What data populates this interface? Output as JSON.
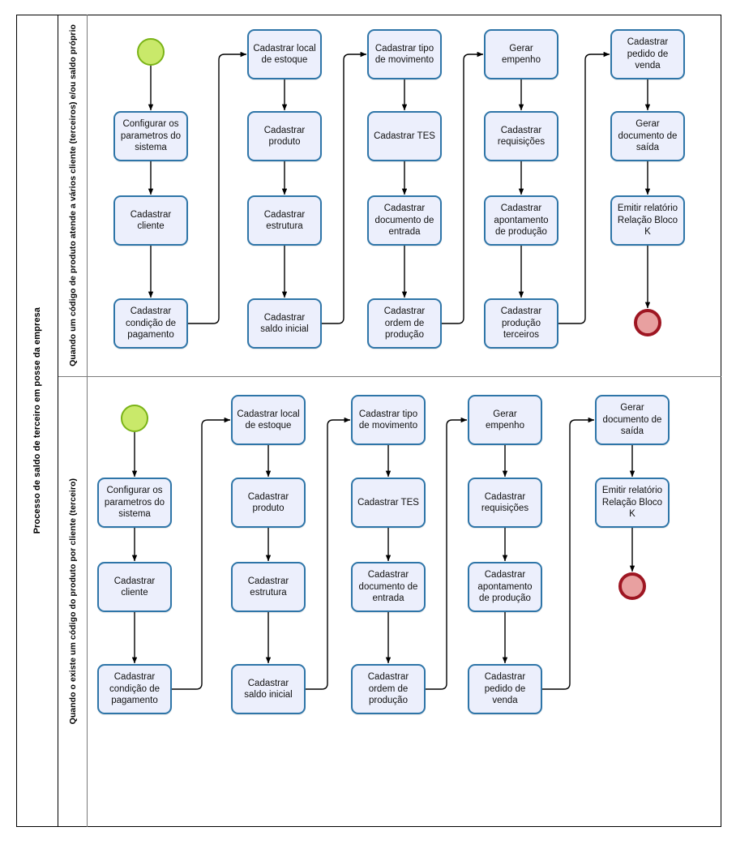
{
  "diagram": {
    "type": "bpmn-flowchart",
    "pool_label": "Processo de saldo de terceiro em posse da empresa",
    "colors": {
      "task_fill": "#eceffc",
      "task_border": "#2e75a8",
      "start_fill": "#c9e96a",
      "start_border": "#7ab317",
      "end_fill": "#e8a0a0",
      "end_border": "#9e1622",
      "pool_border": "#000000",
      "lane_border": "#7b7b7b",
      "connector": "#000000"
    },
    "lanes": [
      {
        "id": "lane-1",
        "label": "Quando um código de produto atende a vários cliente (terceiros) e/ou saldo próprio",
        "start_event": "start-event",
        "end_event": "end-event",
        "columns": [
          {
            "id": "col-1",
            "tasks": [
              "Configurar os parametros do sistema",
              "Cadastrar cliente",
              "Cadastrar condição de pagamento"
            ]
          },
          {
            "id": "col-2",
            "tasks": [
              "Cadastrar local de estoque",
              "Cadastrar produto",
              "Cadastrar estrutura",
              "Cadastrar saldo inicial"
            ]
          },
          {
            "id": "col-3",
            "tasks": [
              "Cadastrar tipo de movimento",
              "Cadastrar TES",
              "Cadastrar documento de entrada",
              "Cadastrar ordem de produção"
            ]
          },
          {
            "id": "col-4",
            "tasks": [
              "Gerar empenho",
              "Cadastrar requisições",
              "Cadastrar apontamento de produção",
              "Cadastrar produção terceiros"
            ]
          },
          {
            "id": "col-5",
            "tasks": [
              "Cadastrar pedido de venda",
              "Gerar documento de saída",
              "Emitir relatório Relação Bloco K"
            ]
          }
        ]
      },
      {
        "id": "lane-2",
        "label": "Quando o existe um código do produto por cliente (terceiro)",
        "start_event": "start-event",
        "end_event": "end-event",
        "columns": [
          {
            "id": "col-1",
            "tasks": [
              "Configurar os parametros do sistema",
              "Cadastrar cliente",
              "Cadastrar condição de pagamento"
            ]
          },
          {
            "id": "col-2",
            "tasks": [
              "Cadastrar local de estoque",
              "Cadastrar produto",
              "Cadastrar estrutura",
              "Cadastrar saldo inicial"
            ]
          },
          {
            "id": "col-3",
            "tasks": [
              "Cadastrar tipo de movimento",
              "Cadastrar TES",
              "Cadastrar documento de entrada",
              "Cadastrar ordem de produção"
            ]
          },
          {
            "id": "col-4",
            "tasks": [
              "Gerar empenho",
              "Cadastrar requisições",
              "Cadastrar apontamento de produção",
              "Cadastrar pedido de venda"
            ]
          },
          {
            "id": "col-5",
            "tasks": [
              "Gerar documento de saída",
              "Emitir relatório Relação Bloco K"
            ]
          }
        ]
      }
    ]
  }
}
